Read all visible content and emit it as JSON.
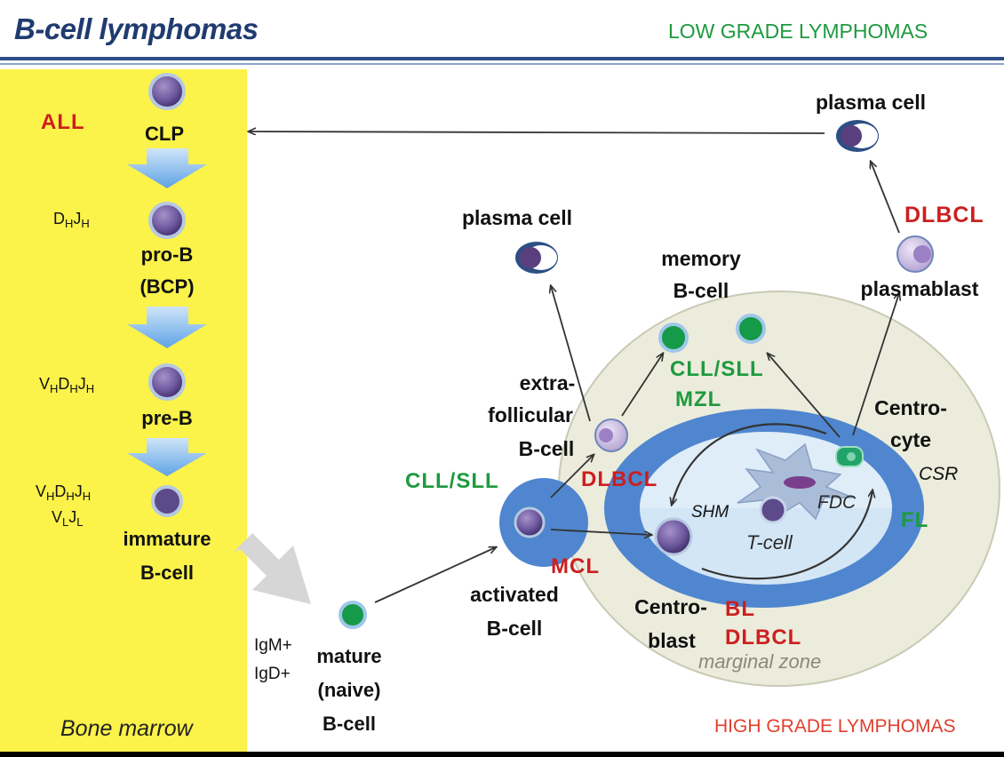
{
  "header": {
    "title": "B-cell lymphomas",
    "low_grade": "LOW GRADE LYMPHOMAS",
    "high_grade": "HIGH GRADE LYMPHOMAS"
  },
  "marrow": {
    "label": "Bone marrow",
    "all_label": "ALL",
    "stages": [
      "CLP",
      "pro-B",
      "(BCP)",
      "pre-B",
      "immature",
      "B-cell"
    ],
    "rearrangements": {
      "dj": {
        "a": "D",
        "a_sub": "H",
        "b": "J",
        "b_sub": "H"
      },
      "vdj": {
        "a": "V",
        "a_sub": "H",
        "b": "D",
        "b_sub": "H",
        "c": "J",
        "c_sub": "H"
      },
      "vdj2": {
        "a": "V",
        "a_sub": "H",
        "b": "D",
        "b_sub": "H",
        "c": "J",
        "c_sub": "H"
      },
      "vj": {
        "a": "V",
        "a_sub": "L",
        "b": "J",
        "b_sub": "L"
      }
    }
  },
  "cells": {
    "plasma_cell_top": "plasma cell",
    "plasma_cell_mid": "plasma cell",
    "memory": [
      "memory",
      "B-cell"
    ],
    "plasmablast": "plasmablast",
    "extrafollicular": [
      "extra-",
      "follicular",
      "B-cell"
    ],
    "centrocyte": [
      "Centro-",
      "cyte"
    ],
    "csr": "CSR",
    "shm": "SHM",
    "fdc": "FDC",
    "tcell": "T-cell",
    "activated": [
      "activated",
      "B-cell"
    ],
    "centroblast": [
      "Centro-",
      "blast"
    ],
    "marginal_zone": "marginal zone",
    "mature": [
      "mature",
      "(naive)",
      "B-cell"
    ],
    "igm": "IgM+",
    "igd": "IgD+"
  },
  "lymphomas": {
    "dlbcl_top": "DLBCL",
    "cll_sll_memory": "CLL/SLL",
    "mzl": "MZL",
    "cll_sll_left": "CLL/SLL",
    "dlbcl_mid": "DLBCL",
    "mcl": "MCL",
    "fl": "FL",
    "bl": "BL",
    "dlbcl_bottom": "DLBCL"
  },
  "colors": {
    "marrow_yellow": "#fbf24a",
    "cell_purple": "#6a4f9a",
    "cell_green": "#149a48",
    "follicle_blue": "#4f86cf",
    "mantle_beige": "#ededdf",
    "red_text": "#cc1f1f",
    "green_text": "#1e9a3e",
    "title_blue": "#1f3b70"
  }
}
